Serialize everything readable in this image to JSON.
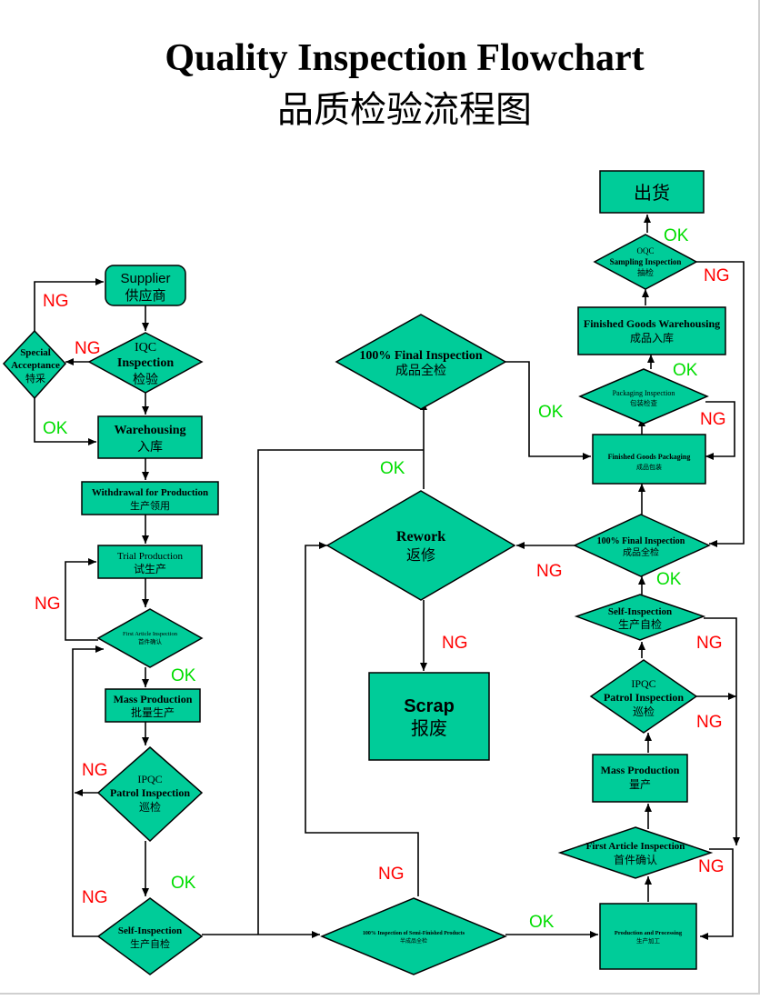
{
  "title": {
    "en": "Quality Inspection Flowchart",
    "cn": "品质检验流程图"
  },
  "colors": {
    "node_fill": "#00CC99",
    "ng": "#FF0000",
    "ok": "#00DD00"
  },
  "nodes": {
    "supplier": {
      "line1": "Supplier",
      "line2": "供应商"
    },
    "iqc": {
      "line1": "IQC",
      "line2": "Inspection",
      "line3": "检验"
    },
    "special": {
      "line1": "Special",
      "line2": "Acceptance",
      "line3": "特采"
    },
    "warehousing": {
      "line1": "Warehousing",
      "line2": "入库"
    },
    "withdrawal": {
      "line1": "Withdrawal for Production",
      "line2": "生产领用"
    },
    "trial": {
      "line1": "Trial Production",
      "line2": "试生产"
    },
    "first_article_l": {
      "line1": "First Article Inspection",
      "line2": "首件确认"
    },
    "mass_l": {
      "line1": "Mass Production",
      "line2": "批量生产"
    },
    "ipqc_l": {
      "line1": "IPQC",
      "line2": "Patrol Inspection",
      "line3": "巡检"
    },
    "self_l": {
      "line1": "Self-Inspection",
      "line2": "生产自检"
    },
    "semi": {
      "line1": "100% Inspection of Semi-Finished Products",
      "line2": "半成品全检"
    },
    "rework": {
      "line1": "Rework",
      "line2": "返修"
    },
    "scrap": {
      "line1": "Scrap",
      "line2": "报废"
    },
    "final_mid": {
      "line1": "100% Final Inspection",
      "line2": "成品全检"
    },
    "prod_proc": {
      "line1": "Production and Processing",
      "line2": "生产加工"
    },
    "first_article_r": {
      "line1": "First Article Inspection",
      "line2": "首件确认"
    },
    "mass_r": {
      "line1": "Mass Production",
      "line2": "量产"
    },
    "ipqc_r": {
      "line1": "IPQC",
      "line2": "Patrol Inspection",
      "line3": "巡检"
    },
    "self_r": {
      "line1": "Self-Inspection",
      "line2": "生产自检"
    },
    "final_r": {
      "line1": "100% Final Inspection",
      "line2": "成品全检"
    },
    "fg_packaging": {
      "line1": "Finished Goods Packaging",
      "line2": "成品包装"
    },
    "pack_insp": {
      "line1": "Packaging Inspection",
      "line2": "包装检查"
    },
    "fg_warehousing": {
      "line1": "Finished Goods Warehousing",
      "line2": "成品入库"
    },
    "oqc": {
      "line1": "OQC",
      "line2": "Sampling Inspection",
      "line3": "抽检"
    },
    "shipment": {
      "line1": "出货"
    }
  },
  "labels": {
    "ng": "NG",
    "ok": "OK"
  }
}
